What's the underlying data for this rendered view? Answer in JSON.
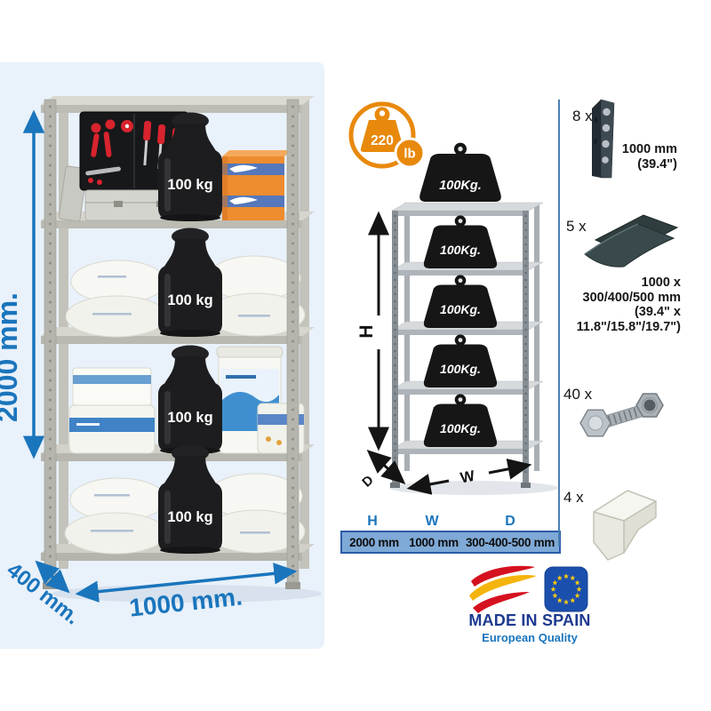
{
  "photo": {
    "weight_label": "100 kg",
    "dims": {
      "height": "2000 mm.",
      "depth": "400 mm.",
      "width": "1000 mm."
    }
  },
  "capacity_badge": {
    "value": "220",
    "unit": "lb"
  },
  "diagram": {
    "weight_label": "100Kg.",
    "height_label": "H",
    "width_label": "W",
    "depth_label": "D"
  },
  "spec_table": {
    "headers": [
      "H",
      "W",
      "D"
    ],
    "values": [
      "2000 mm",
      "1000 mm",
      "300-400-500 mm"
    ]
  },
  "parts": [
    {
      "qty": "8 x",
      "icon": "angle-post-icon",
      "desc": [
        "1000 mm",
        "(39.4\")"
      ]
    },
    {
      "qty": "5 x",
      "icon": "shelf-panel-icon",
      "desc": [
        "1000 x",
        "300/400/500 mm",
        "(39.4\" x",
        "11.8\"/15.8\"/19.7\")"
      ]
    },
    {
      "qty": "40 x",
      "icon": "bolt-nut-icon",
      "desc": []
    },
    {
      "qty": "4 x",
      "icon": "corner-foot-icon",
      "desc": []
    }
  ],
  "origin": {
    "title": "MADE IN SPAIN",
    "subtitle": "European Quality"
  },
  "colors": {
    "accent_blue": "#1a75bc",
    "badge_orange": "#e8890c",
    "table_row_bg": "#7fa9d6",
    "table_border": "#2a5ca8",
    "panel_bg": "#e9f1fa"
  }
}
